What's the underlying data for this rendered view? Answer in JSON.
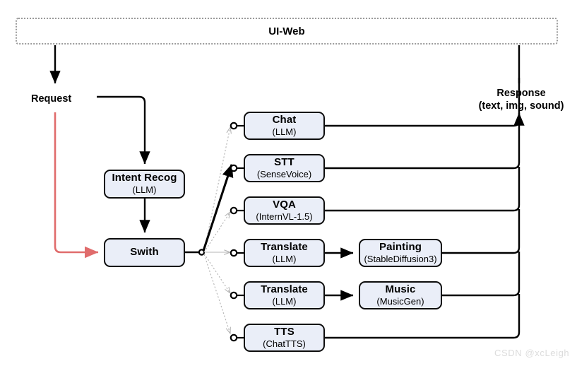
{
  "diagram": {
    "title": "UI-Web",
    "watermark": "CSDN @xcLeigh",
    "colors": {
      "node_fill": "#eaeef8",
      "node_stroke": "#0d0d0d",
      "request_path": "#e06c6c",
      "dotted_fanout": "#b5b5b5",
      "active_branch": "#000000",
      "uiweb_border": "#9a9a9a"
    }
  },
  "uiweb": {
    "label": "UI-Web"
  },
  "labels": {
    "request": "Request",
    "response_line1": "Response",
    "response_line2": "(text, img, sound)"
  },
  "pipeline": {
    "intent": {
      "title": "Intent Recog",
      "model": "(LLM)"
    },
    "switch": {
      "title": "Swith",
      "model": ""
    }
  },
  "services": [
    {
      "title": "Chat",
      "model": "(LLM)",
      "active": false,
      "downstream": null
    },
    {
      "title": "STT",
      "model": "(SenseVoice)",
      "active": true,
      "downstream": null
    },
    {
      "title": "VQA",
      "model": "(InternVL-1.5)",
      "active": false,
      "downstream": null
    },
    {
      "title": "Translate",
      "model": "(LLM)",
      "active": false,
      "downstream": {
        "title": "Painting",
        "model": "(StableDiffusion3)"
      }
    },
    {
      "title": "Translate",
      "model": "(LLM)",
      "active": false,
      "downstream": {
        "title": "Music",
        "model": "(MusicGen)"
      }
    },
    {
      "title": "TTS",
      "model": "(ChatTTS)",
      "active": false,
      "downstream": null
    }
  ]
}
